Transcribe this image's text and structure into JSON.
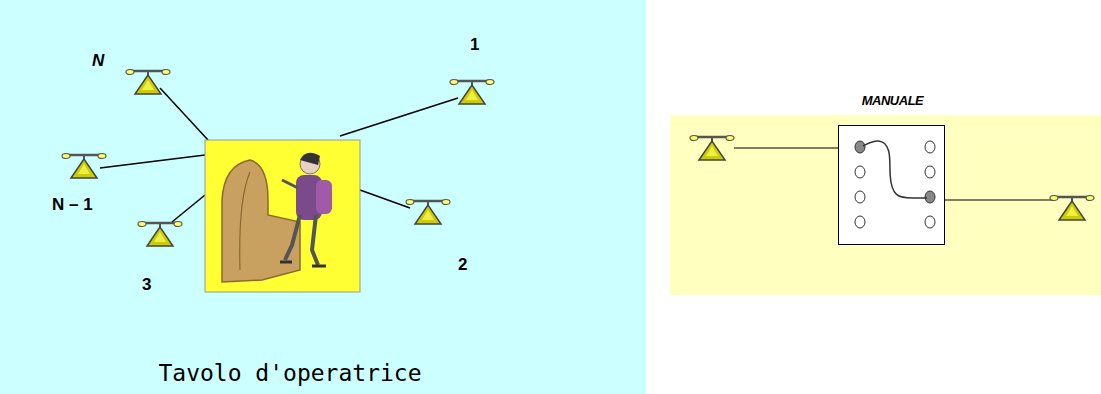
{
  "diagram": {
    "caption": "Tavolo d'operatrice",
    "nodes": [
      {
        "text": [
          "MANUALE"
        ]
      }
    ],
    "labels": [
      "N",
      "1",
      "N – 1",
      "3",
      "2"
    ]
  }
}
